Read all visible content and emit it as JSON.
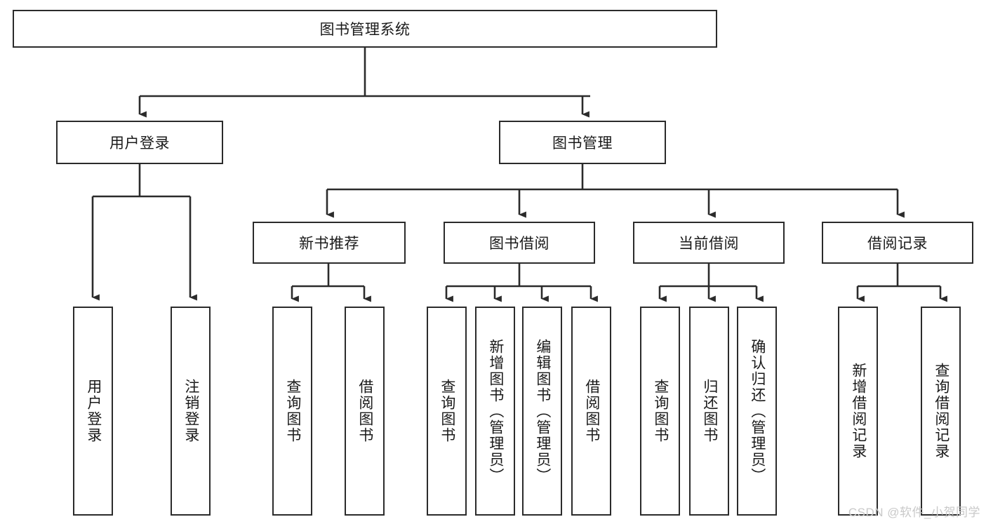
{
  "diagram": {
    "type": "tree",
    "title": "图书管理系统",
    "watermark": "CSDN @软件_小贺同学",
    "colors": {
      "background": "#ffffff",
      "box_border": "#2b2b2b",
      "box_fill": "#ffffff",
      "edge": "#2b2b2b",
      "text": "#1a1a1a",
      "watermark": "#c9c9c9"
    },
    "root": {
      "id": "root",
      "label": "图书管理系统"
    },
    "level1": [
      {
        "id": "user-login",
        "label": "用户登录"
      },
      {
        "id": "book-manage",
        "label": "图书管理"
      }
    ],
    "level2": [
      {
        "id": "new-book-recommend",
        "label": "新书推荐",
        "parent": "book-manage"
      },
      {
        "id": "book-borrow",
        "label": "图书借阅",
        "parent": "book-manage"
      },
      {
        "id": "current-borrow",
        "label": "当前借阅",
        "parent": "book-manage"
      },
      {
        "id": "borrow-record",
        "label": "借阅记录",
        "parent": "book-manage"
      }
    ],
    "leaves": [
      {
        "id": "leaf-user-login",
        "label": "用户登录",
        "parent": "user-login"
      },
      {
        "id": "leaf-user-logout",
        "label": "注销登录",
        "parent": "user-login"
      },
      {
        "id": "leaf-query-book-1",
        "label": "查询图书",
        "parent": "new-book-recommend"
      },
      {
        "id": "leaf-borrow-book-1",
        "label": "借阅图书",
        "parent": "new-book-recommend"
      },
      {
        "id": "leaf-query-book-2",
        "label": "查询图书",
        "parent": "book-borrow"
      },
      {
        "id": "leaf-add-book",
        "label": "新增图书（管理员）",
        "parent": "book-borrow"
      },
      {
        "id": "leaf-edit-book",
        "label": "编辑图书（管理员）",
        "parent": "book-borrow"
      },
      {
        "id": "leaf-borrow-book-2",
        "label": "借阅图书",
        "parent": "book-borrow"
      },
      {
        "id": "leaf-query-book-3",
        "label": "查询图书",
        "parent": "current-borrow"
      },
      {
        "id": "leaf-return-book",
        "label": "归还图书",
        "parent": "current-borrow"
      },
      {
        "id": "leaf-confirm-return",
        "label": "确认归还（管理员）",
        "parent": "current-borrow"
      },
      {
        "id": "leaf-add-record",
        "label": "新增借阅记录",
        "parent": "borrow-record"
      },
      {
        "id": "leaf-query-record",
        "label": "查询借阅记录",
        "parent": "borrow-record"
      }
    ]
  }
}
